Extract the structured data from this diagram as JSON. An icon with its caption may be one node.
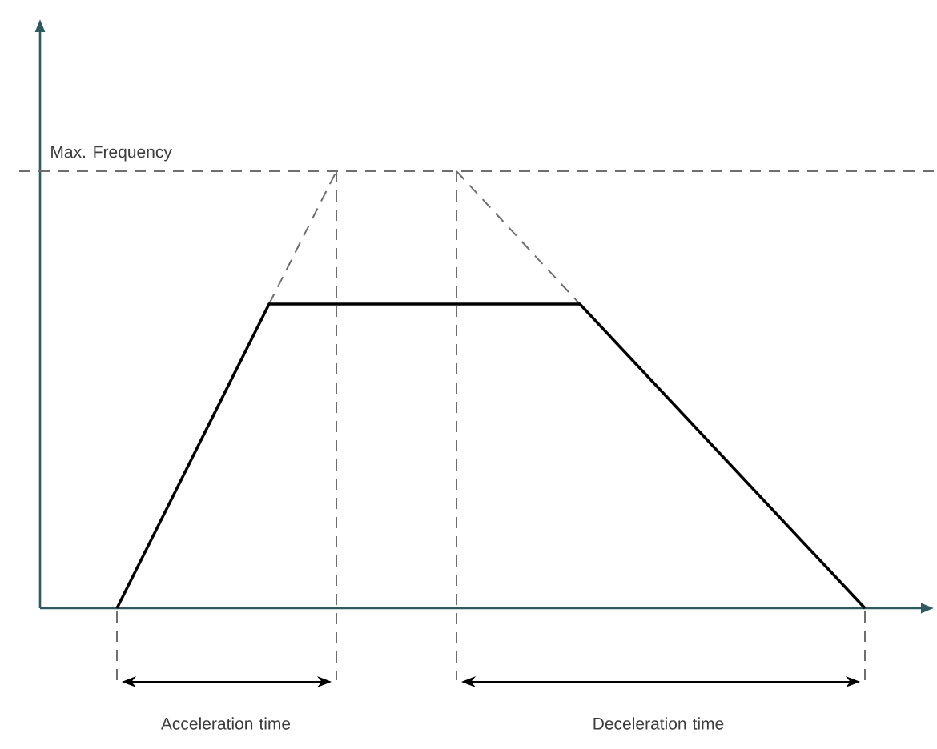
{
  "diagram": {
    "labels": [
      "Max. Frequency",
      "Acceleration time",
      "Deceleration time"
    ]
  }
}
